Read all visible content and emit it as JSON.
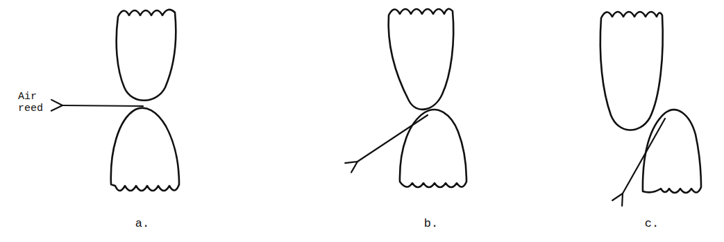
{
  "diagram": {
    "labels": [
      "Air reed",
      "a.",
      "b.",
      "c."
    ]
  }
}
